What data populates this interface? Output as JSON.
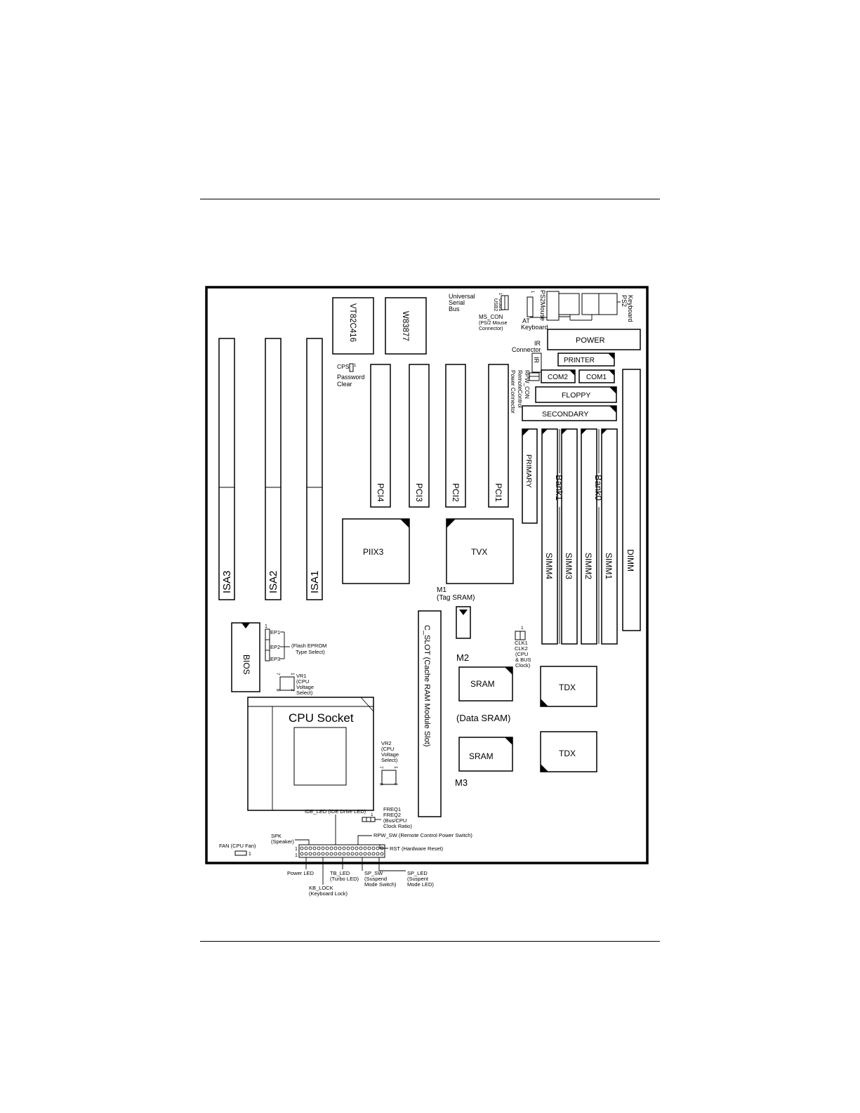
{
  "colors": {
    "ink": "#000000",
    "paper": "#ffffff"
  },
  "chips": {
    "vt": "VT82C416",
    "w83877": "W83877",
    "piix3": "PIIX3",
    "tvx": "TVX",
    "bios": "BIOS",
    "cpu_socket": "CPU Socket",
    "sram_m2": "SRAM",
    "sram_m3": "SRAM",
    "tdx_top": "TDX",
    "tdx_bottom": "TDX"
  },
  "slots": {
    "isa3": "ISA3",
    "isa2": "ISA2",
    "isa1": "ISA1",
    "pci4": "PCI4",
    "pci3": "PCI3",
    "pci2": "PCI2",
    "pci1": "PCI1",
    "simm4": "SIMM4",
    "simm3": "SIMM3",
    "simm2": "SIMM2",
    "simm1": "SIMM1",
    "dimm": "DIMM",
    "bank1": "Bank1",
    "bank0": "Bank0",
    "c_slot": "C_SLOT (Cache RAM Module Slot)"
  },
  "connectors": {
    "power": "POWER",
    "printer": "PRINTER",
    "com2": "COM2",
    "com1": "COM1",
    "floppy": "FLOPPY",
    "secondary": "SECONDARY",
    "primary": "PRIMARY",
    "ir": "IR",
    "usb1": "USB1",
    "usb2": "USB2",
    "one": "1",
    "ps2_keyboard": [
      "PS2",
      "Keyboard"
    ],
    "ps2_mouse": "PS2Mouse",
    "at_keyboard": [
      "AT",
      "Keyboard"
    ],
    "usb_label": [
      "Universal",
      "Serial",
      "Bus"
    ],
    "ms_con": [
      "MS_CON",
      "(PS/2 Mouse",
      "Connector)"
    ],
    "ir_connector": [
      "IR",
      "Connector"
    ],
    "rpw_con": [
      "RPW_CON",
      "RemoteControl",
      "Power Connector"
    ]
  },
  "jumpers": {
    "cps": "CPS",
    "cps_one": "1",
    "password_clear": [
      "Password",
      "Clear"
    ],
    "ep1": "EP1",
    "ep2": "EP2",
    "ep3": "EP3",
    "ep_one": "1",
    "flash_eprom": [
      "(Flash EPROM",
      "Type Select)"
    ],
    "vr1": [
      "VR1",
      "(CPU",
      "Voltage",
      "Select)"
    ],
    "vr1_pins": [
      "7",
      "1",
      "8",
      "2"
    ],
    "vr2": [
      "VR2",
      "(CPU",
      "Voltage",
      "Select)"
    ],
    "vr2_pins": [
      "7",
      "1",
      "8",
      "2"
    ],
    "m1": [
      "M1",
      "(Tag SRAM)"
    ],
    "m2": "M2",
    "m3": "M3",
    "data_sram": "(Data SRAM)",
    "clk": [
      "CLK1",
      "CLK2",
      "(CPU",
      "& BUS",
      "Clock)"
    ],
    "clk_one": "1",
    "freq": [
      "FREQ1",
      "FREQ2",
      "(Bus/CPU",
      "Clock Ratio)"
    ],
    "freq_one": "1"
  },
  "panel": {
    "ide_led": "IDE_LED (IDE Drive LED)",
    "rpw_sw": "RPW_SW (Remote Control Power Switch)",
    "spk": [
      "SPK",
      "(Speaker)"
    ],
    "rst": "RST (Hardware Reset)",
    "fan": "FAN (CPU Fan)",
    "fan_one": "1",
    "row_one_a": "1",
    "row_one_b": "1",
    "power_led": "Power LED",
    "kb_lock": [
      "KB_LOCK",
      "(Keyboard Lock)"
    ],
    "tb_led": [
      "TB_LED",
      "(Turbo LED)"
    ],
    "sp_sw": [
      "SP_SW",
      "(Suspend",
      "Mode Switch)"
    ],
    "sp_led": [
      "SP_LED",
      "(Suspent",
      "Mode LED)"
    ]
  }
}
